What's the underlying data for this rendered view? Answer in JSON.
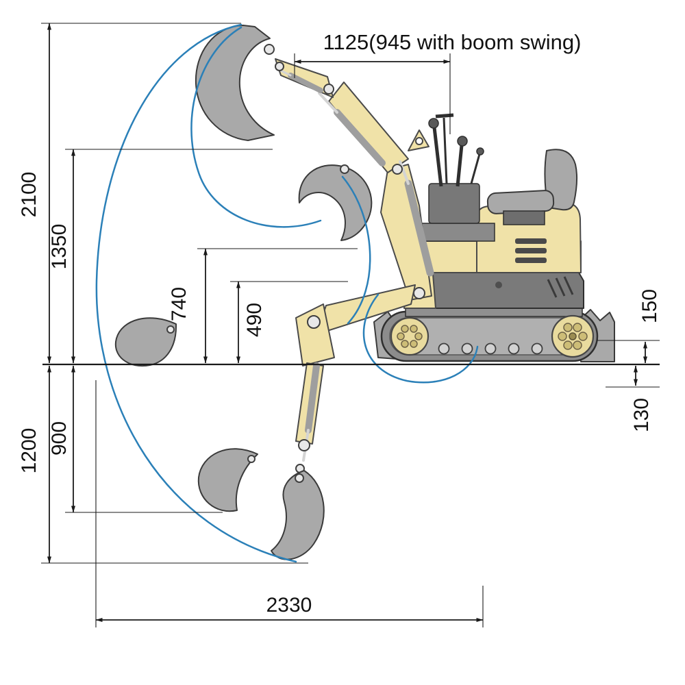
{
  "dimensions": {
    "top_width": "1125(945 with boom swing)",
    "max_height": "2100",
    "mid_height": "1350",
    "height_740": "740",
    "height_490": "490",
    "blade_above_ground": "150",
    "blade_below_ground": "130",
    "max_depth": "1200",
    "mid_depth": "900",
    "bottom_reach": "2330"
  },
  "colors": {
    "envelope_arc": "#2b80b8",
    "machine_body_yellow": "#f0e2a8",
    "machine_gray": "#a9a9a9",
    "dimension_line": "#1a1a1a"
  }
}
